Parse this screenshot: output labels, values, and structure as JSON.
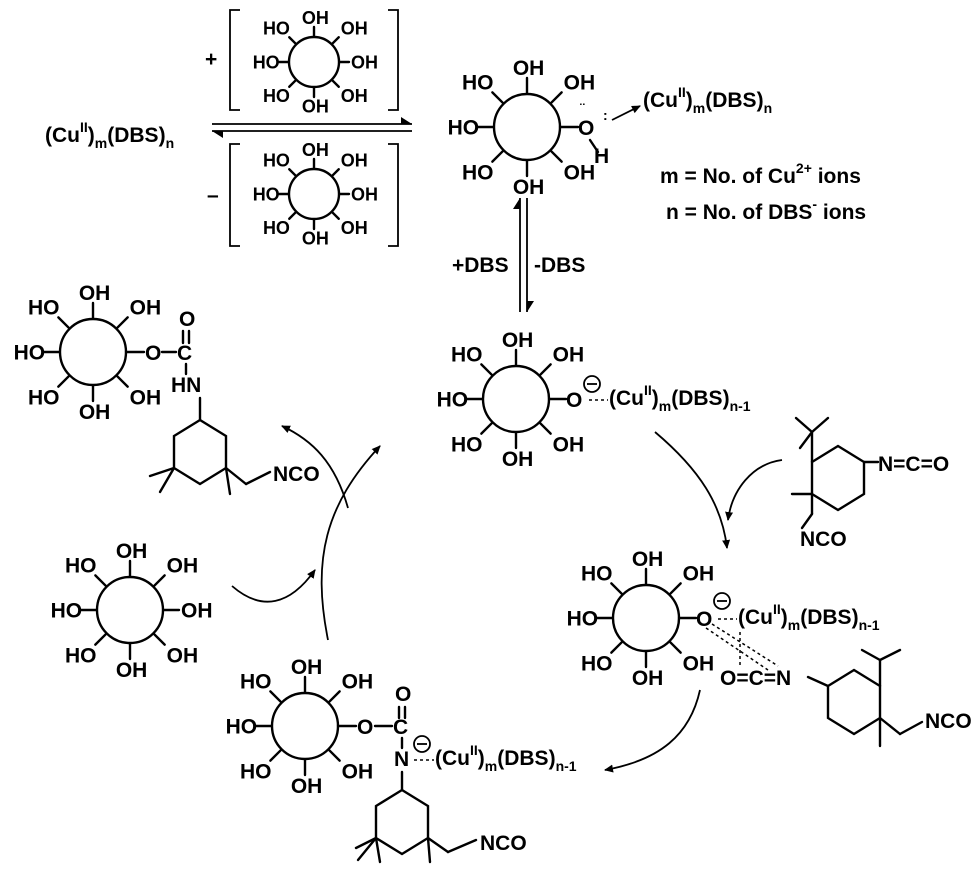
{
  "substituents": {
    "ho": "HO",
    "oh": "OH",
    "h": "H",
    "o": "O",
    "c": "C",
    "n": "N",
    "nh": "HN",
    "nco": "NCO",
    "ncoRight": "N=C=O",
    "ocn": "O=C=N"
  },
  "complex": {
    "cu": "(Cu",
    "ox": "II",
    "m": "m",
    "dbs": "(DBS)",
    "n": "n",
    "n1": "n-1"
  },
  "equilibrium": {
    "plus": "+",
    "minus": "–",
    "addDbs": "+DBS",
    "removeDbs": "-DBS"
  },
  "legend": {
    "line1": "m = No. of Cu",
    "sup1": "2+",
    "line1End": " ions",
    "line2": "n = No. of DBS",
    "sup2": "-",
    "line2End": " ions"
  },
  "charge": "⊖"
}
